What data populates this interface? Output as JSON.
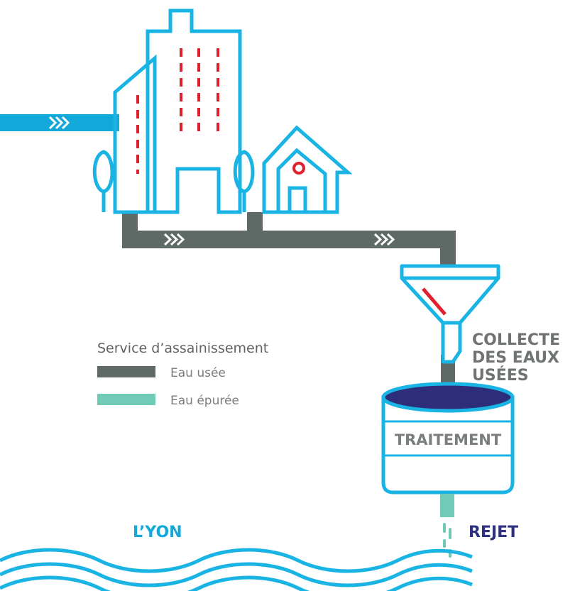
{
  "labels": {
    "collecte": [
      "COLLECTE",
      "DES EAUX",
      "USÉES"
    ],
    "traitement": "TRAITEMENT",
    "riviere": "L’YON",
    "rejet": "REJET"
  },
  "legend": {
    "title": "Service d’assainissement",
    "items": [
      {
        "label": "Eau usée",
        "color": "#5f6a66"
      },
      {
        "label": "Eau épurée",
        "color": "#6fcbb6"
      }
    ]
  },
  "colors": {
    "supply": "#12a8d9",
    "outline": "#19b4e3",
    "window": "#e0202e",
    "wastewater": "#5f6a66",
    "treated": "#6fcbb6",
    "tank_top": "#2e2d7a",
    "label_blue": "#2f3180",
    "label_gray": "#6f7372"
  }
}
